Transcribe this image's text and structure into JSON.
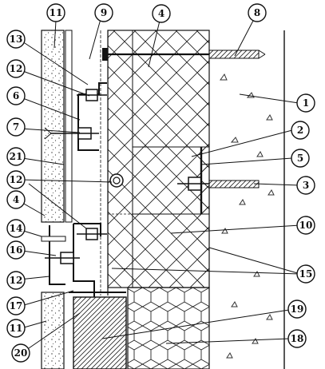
{
  "callouts": [
    {
      "id": "c11-top",
      "label": "11"
    },
    {
      "id": "c9",
      "label": "9"
    },
    {
      "id": "c4-top",
      "label": "4"
    },
    {
      "id": "c8",
      "label": "8"
    },
    {
      "id": "c13",
      "label": "13"
    },
    {
      "id": "c12-a",
      "label": "12"
    },
    {
      "id": "c1",
      "label": "1"
    },
    {
      "id": "c6",
      "label": "6"
    },
    {
      "id": "c7",
      "label": "7"
    },
    {
      "id": "c2",
      "label": "2"
    },
    {
      "id": "c21",
      "label": "21"
    },
    {
      "id": "c5",
      "label": "5"
    },
    {
      "id": "c12-b",
      "label": "12"
    },
    {
      "id": "c3",
      "label": "3"
    },
    {
      "id": "c4-left",
      "label": "4"
    },
    {
      "id": "c10",
      "label": "10"
    },
    {
      "id": "c14",
      "label": "14"
    },
    {
      "id": "c16",
      "label": "16"
    },
    {
      "id": "c15",
      "label": "15"
    },
    {
      "id": "c12-c",
      "label": "12"
    },
    {
      "id": "c17",
      "label": "17"
    },
    {
      "id": "c19",
      "label": "19"
    },
    {
      "id": "c11-bottom",
      "label": "11"
    },
    {
      "id": "c18",
      "label": "18"
    },
    {
      "id": "c20",
      "label": "20"
    }
  ]
}
